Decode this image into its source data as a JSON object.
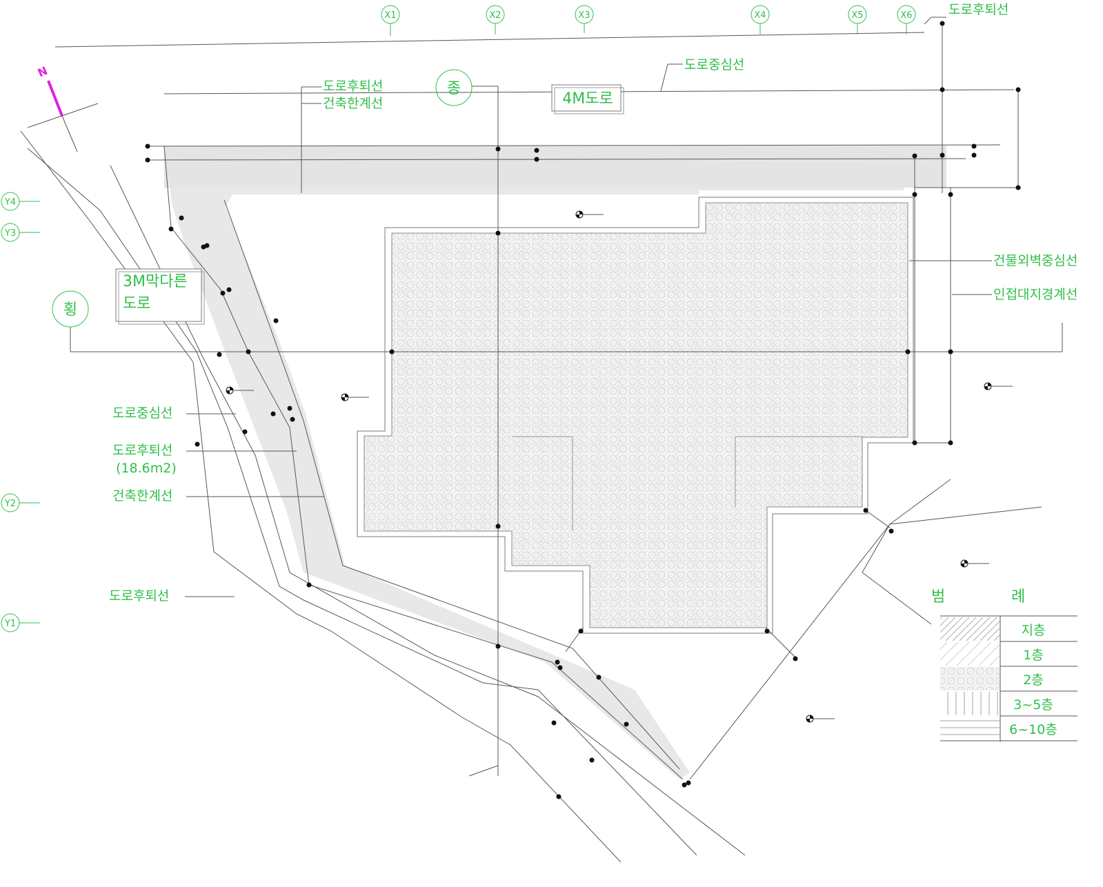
{
  "grid": {
    "x_labels": [
      "X1",
      "X2",
      "X3",
      "X4",
      "X5",
      "X6"
    ],
    "y_labels": [
      "Y4",
      "Y3",
      "Y2",
      "Y1"
    ]
  },
  "labels": {
    "road_setback_top": "도로후퇴선",
    "road_centerline_top": "도로중심선",
    "road_setback_upper": "도로후퇴선",
    "building_line_upper": "건축한계선",
    "road_4m": "4M도로",
    "section_marker_top": "종",
    "section_marker_left": "횡",
    "cul_de_sac_line1": "3M막다른",
    "cul_de_sac_line2": "도로",
    "wall_centerline": "건물외벽중심선",
    "adjacent_boundary": "인접대지경계선",
    "left_centerline": "도로중심선",
    "left_setback": "도로후퇴선",
    "left_setback_area": "(18.6m2)",
    "left_building_line": "건축한계선",
    "left_setback_lower": "도로후퇴선"
  },
  "legend": {
    "title_left": "범",
    "title_right": "례",
    "items": [
      "지층",
      "1층",
      "2층",
      "3~5층",
      "6~10층"
    ]
  },
  "colors": {
    "label_green": "#2fbf4a",
    "north_arrow": "#e020e0",
    "line_dark": "#555555",
    "fill_gray": "#e6e6e6"
  }
}
